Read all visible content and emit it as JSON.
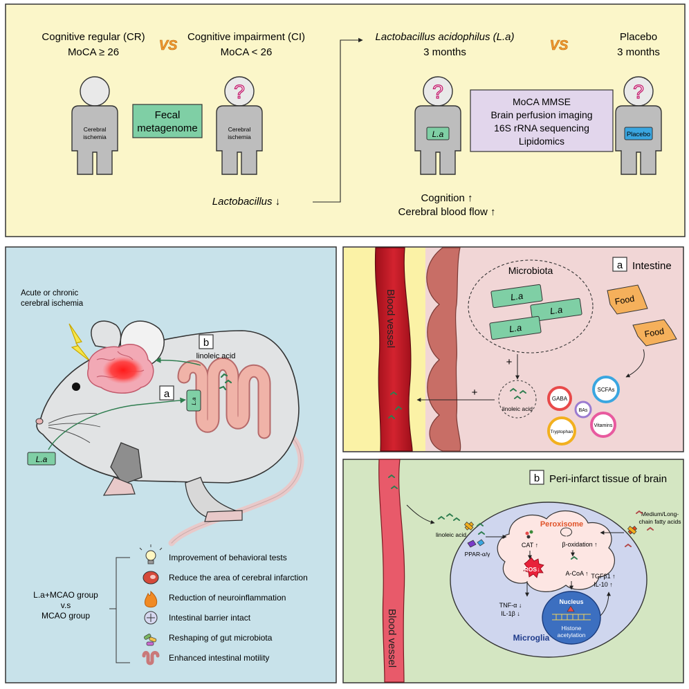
{
  "top": {
    "cr_line1": "Cognitive regular (CR)",
    "cr_line2": "MoCA ≥ 26",
    "vs": "VS",
    "ci_line1": "Cognitive impairment (CI)",
    "ci_line2": "MoCA < 26",
    "person_label": "Cerebral",
    "person_label2": "ischemia",
    "question": "?",
    "fecal_1": "Fecal",
    "fecal_2": "metagenome",
    "lacto_down": "Lactobacillus ↓",
    "la_line1": "Lactobacillus acidophilus (L.a)",
    "la_line2": "3 months",
    "placebo_line1": "Placebo",
    "placebo_line2": "3 months",
    "la_badge": "L.a",
    "placebo_badge": "Placebo",
    "assess": [
      "MoCA MMSE",
      "Brain perfusion imaging",
      "16S rRNA sequencing",
      "Lipidomics"
    ],
    "cognition": "Cognition ↑",
    "cbf": "Cerebral blood flow ↑"
  },
  "mouse": {
    "ischemia_1": "Acute or chronic",
    "ischemia_2": "cerebral ischemia",
    "label_b": "b",
    "linoleic": "linoleic acid",
    "label_a": "a",
    "la_gut": "L.a",
    "la_badge": "L.a",
    "group_1": "L.a+MCAO group",
    "group_2": "v.s",
    "group_3": "MCAO group",
    "outcomes": [
      "Improvement of behavioral tests",
      "Reduce the area of cerebral infarction",
      "Reduction of neuroinflammation",
      "Intestinal barrier intact",
      "Reshaping of gut microbiota",
      "Enhanced intestinal motility"
    ]
  },
  "intestine": {
    "tag": "a",
    "title": "Intestine",
    "blood_vessel": "Blood vessel",
    "microbiota": "Microbiota",
    "la": "L.a",
    "plus": "+",
    "linoleic": "linoleic acid",
    "food": "Food",
    "metabolites": [
      "SCFAs",
      "GABA",
      "BAs",
      "Tryptophan",
      "Vitamins"
    ]
  },
  "brain": {
    "tag": "b",
    "title": "Peri-infarct tissue of brain",
    "blood_vessel": "Blood vessel",
    "linoleic": "linoleic acid",
    "ppar": "PPAR-α/γ",
    "peroxisome": "Peroxisome",
    "cat": "CAT ↑",
    "beta_ox": "β-oxidation ↑",
    "ros": "ROS↓",
    "acoa": "A-CoA ↑",
    "tnf": "TNF-α ↓",
    "il1b": "IL-1β ↓",
    "tgfb": "TGFβ1 ↑",
    "il10": "IL-10 ↑",
    "nucleus": "Nucleus",
    "histone_1": "Histone",
    "histone_2": "acetylation",
    "microglia": "Microglia",
    "mlcfa_1": "Medium/Long-",
    "mlcfa_2": "chain fatty acids"
  },
  "colors": {
    "top_bg": "#fbf6c9",
    "mouse_bg": "#c8e2ea",
    "intestine_bg": "#f1d6d6",
    "brain_bg": "#d4e6c2",
    "vessel": "#c81e2a",
    "green_box": "#7fcfa5",
    "lilac_box": "#e2d6ec",
    "vs_orange": "#f29a2e"
  }
}
